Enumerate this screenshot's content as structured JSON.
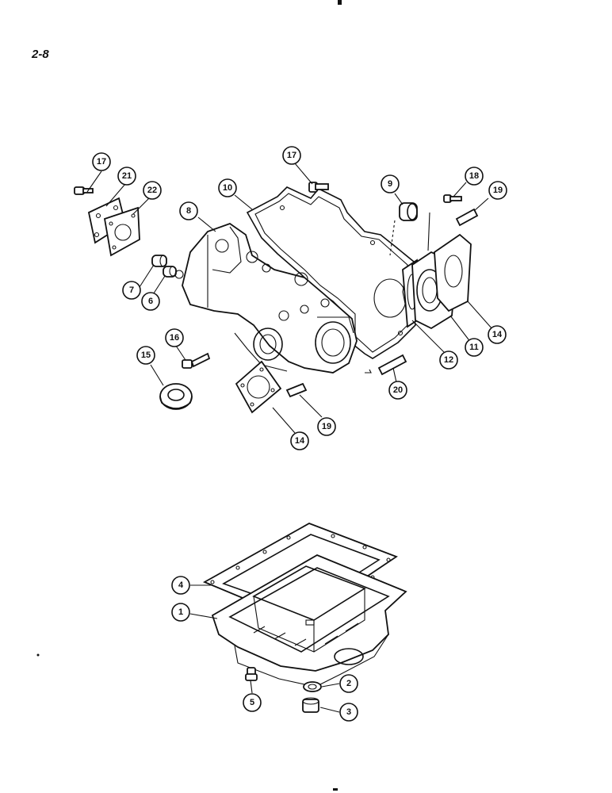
{
  "page": {
    "label": "2-8"
  },
  "callouts": {
    "c17a": "17",
    "c21": "21",
    "c22": "22",
    "c17b": "17",
    "c10": "10",
    "c8": "8",
    "c9": "9",
    "c18": "18",
    "c19a": "19",
    "c7": "7",
    "c6": "6",
    "c16": "16",
    "c15": "15",
    "c12": "12",
    "c11": "11",
    "c14a": "14",
    "c20": "20",
    "c19b": "19",
    "c14b": "14",
    "c4": "4",
    "c1": "1",
    "c2": "2",
    "c5": "5",
    "c3": "3"
  }
}
